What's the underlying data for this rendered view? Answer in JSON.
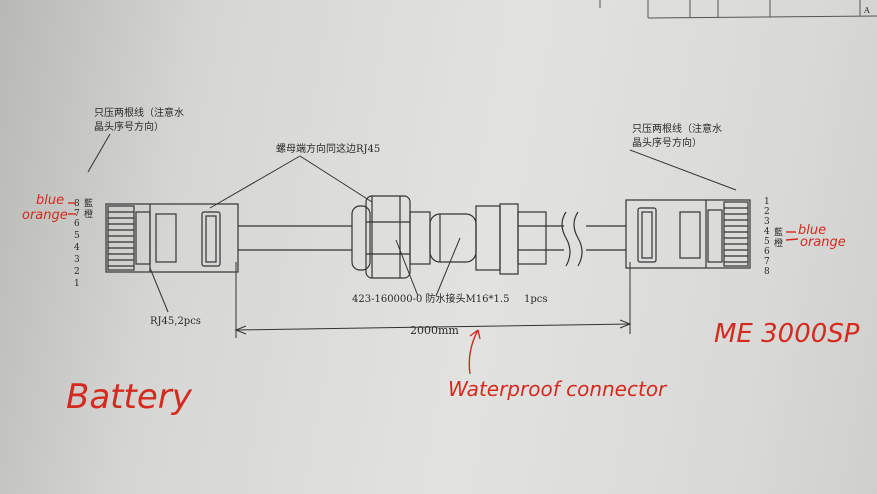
{
  "title_block": {
    "corner_letter": "A"
  },
  "left_connector": {
    "note_line1": "只压两根线（注意水",
    "note_line2": "晶头序号方向）",
    "pins": [
      "8",
      "7",
      "6",
      "5",
      "4",
      "3",
      "2",
      "1"
    ],
    "pin8_color_cn": "藍",
    "pin7_color_cn": "橙",
    "label": "RJ45,2pcs"
  },
  "right_connector": {
    "note_line1": "只压两根线（注意水",
    "note_line2": "晶头序号方向）",
    "pins": [
      "1",
      "2",
      "3",
      "4",
      "5",
      "6",
      "7",
      "8"
    ],
    "pin4_color_cn": "藍",
    "pin5_color_cn": "橙"
  },
  "nut_note": "螺母端方向同这边RJ45",
  "part_label": "423-160000-0 防水接头M16*1.5",
  "part_qty": "1pcs",
  "dimension": "2000mm",
  "handwriting": {
    "left_blue": "blue",
    "left_orange": "orange",
    "right_blue": "blue",
    "right_orange": "orange",
    "battery": "Battery",
    "me3000sp": "ME 3000SP",
    "waterproof": "Waterproof connector"
  },
  "colors": {
    "ink": "#2a2a2a",
    "red_pen": "#d42a1f",
    "paper": "#dcdcda"
  }
}
